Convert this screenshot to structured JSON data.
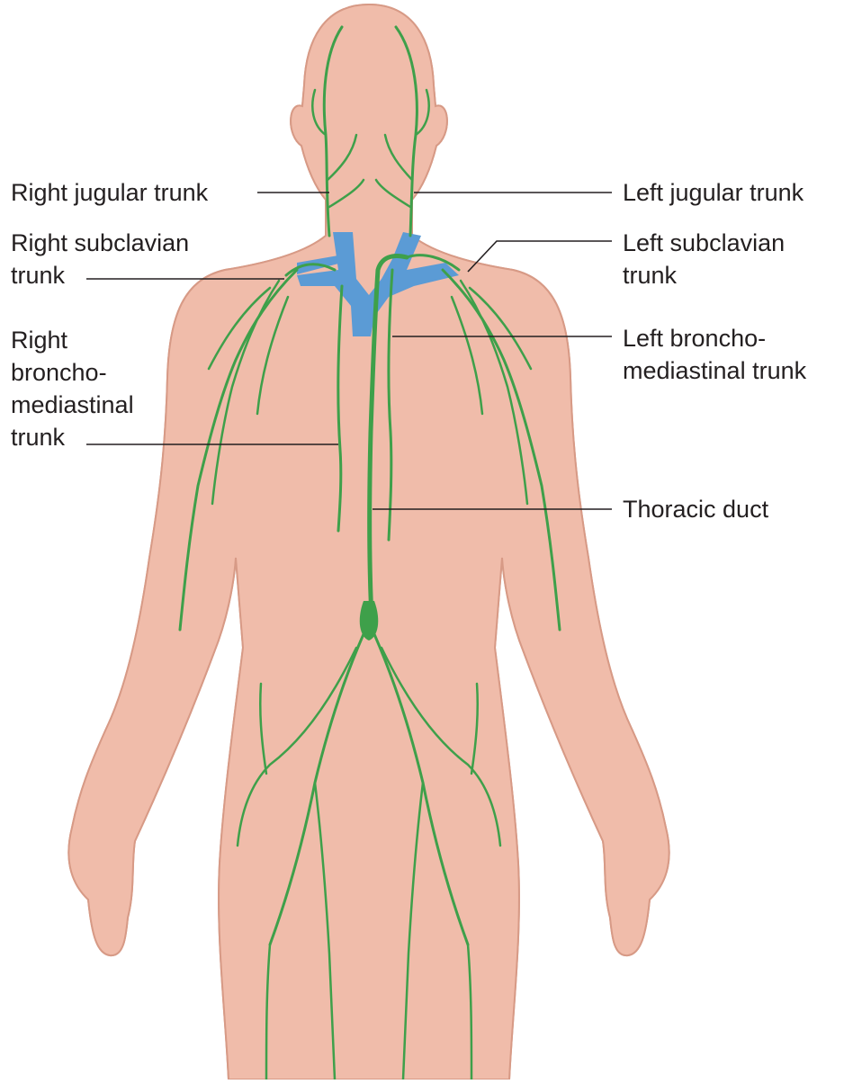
{
  "colors": {
    "skin_right": "#f8d8c1",
    "skin_left": "#f0bcaa",
    "skin_outline": "#d79a86",
    "lymph_vessel": "#3ea04a",
    "vein": "#5b9bd5"
  },
  "labels": {
    "right_jugular": [
      "Right jugular trunk"
    ],
    "right_subclavian": [
      "Right subclavian",
      "trunk"
    ],
    "right_bronchomediastinal": [
      "Right",
      "broncho-",
      "mediastinal",
      "trunk"
    ],
    "left_jugular": [
      "Left jugular trunk"
    ],
    "left_subclavian": [
      "Left subclavian",
      "trunk"
    ],
    "left_bronchomediastinal": [
      "Left broncho-",
      "mediastinal trunk"
    ],
    "thoracic_duct": [
      "Thoracic duct"
    ]
  }
}
